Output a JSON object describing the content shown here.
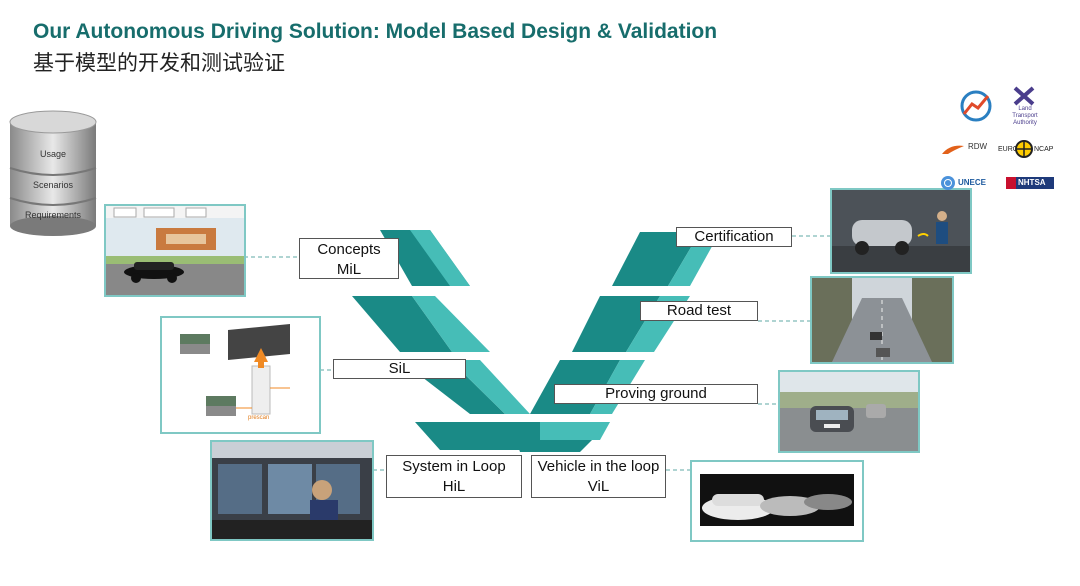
{
  "header": {
    "title": "Our Autonomous Driving Solution: Model Based Design & Validation",
    "subtitle": "基于模型的开发和测试验证"
  },
  "database": {
    "labels": [
      "Usage",
      "Scenarios",
      "Requirements"
    ]
  },
  "v_model": {
    "left_stages": [
      {
        "line1": "Concepts",
        "line2": "MiL"
      },
      {
        "line1": "SiL",
        "line2": ""
      },
      {
        "line1": "System in Loop",
        "line2": "HiL"
      }
    ],
    "right_stages": [
      {
        "line1": "Vehicle in the loop",
        "line2": "ViL"
      },
      {
        "line1": "Proving ground",
        "line2": ""
      },
      {
        "line1": "Road test",
        "line2": ""
      },
      {
        "line1": "Certification",
        "line2": ""
      }
    ]
  },
  "logos": {
    "rdw": "RDW",
    "land_transport": [
      "Land",
      "Transport",
      "Authority"
    ],
    "euro_ncap_left": "EURO",
    "euro_ncap_right": "NCAP",
    "unece": "UNECE",
    "nhtsa": "NHTSA"
  },
  "diagram_small_text": {
    "prescan": "prescan"
  },
  "colors": {
    "title": "#176d6c",
    "v_dark": "#1a8a86",
    "v_light": "#46bdb7",
    "frame": "#7fc8c4"
  }
}
